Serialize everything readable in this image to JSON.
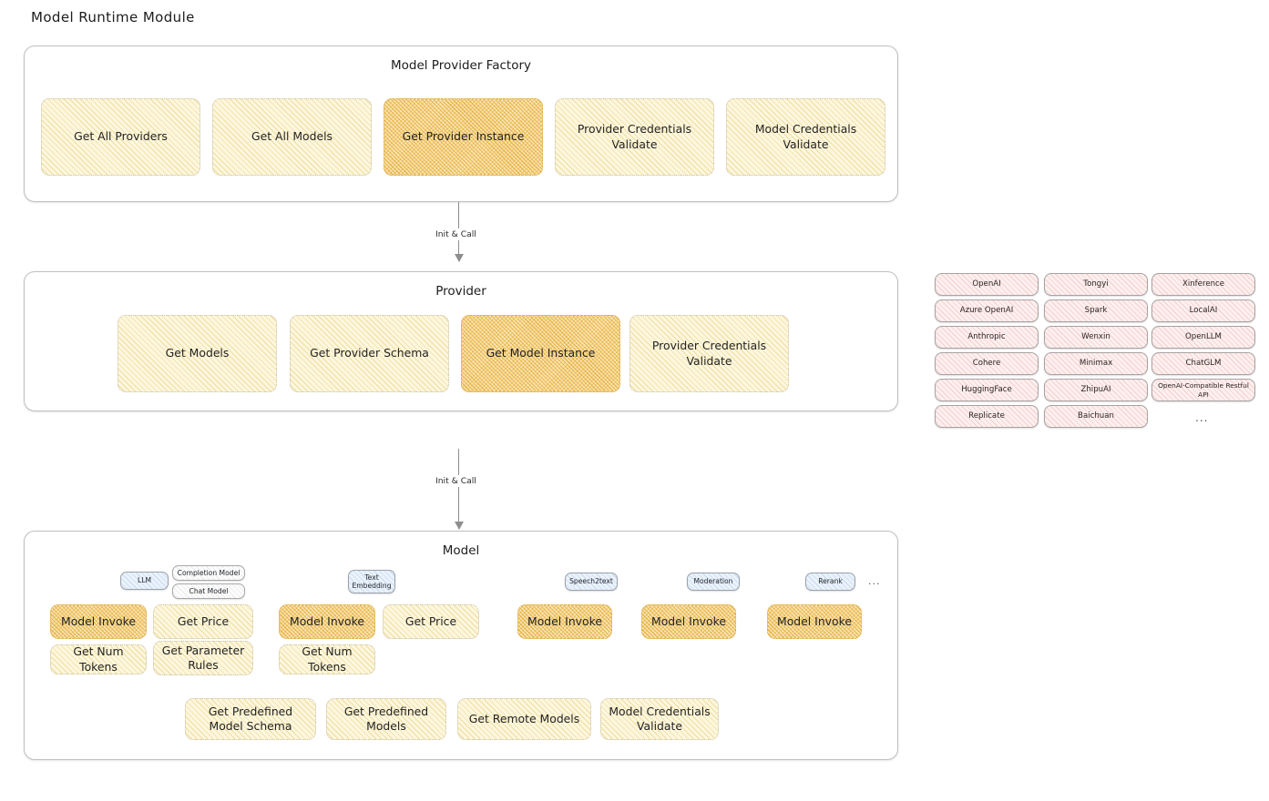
{
  "page": {
    "title": "Model Runtime Module"
  },
  "factory": {
    "title": "Model Provider Factory",
    "boxes": [
      {
        "label": "Get All Providers",
        "style": "light"
      },
      {
        "label": "Get All Models",
        "style": "light"
      },
      {
        "label": "Get Provider Instance",
        "style": "amber"
      },
      {
        "label": "Provider Credentials Validate",
        "style": "light"
      },
      {
        "label": "Model Credentials Validate",
        "style": "light"
      }
    ]
  },
  "connector_1": {
    "label": "Init & Call"
  },
  "provider": {
    "title": "Provider",
    "boxes": [
      {
        "label": "Get Models",
        "style": "light"
      },
      {
        "label": "Get Provider Schema",
        "style": "light"
      },
      {
        "label": "Get Model Instance",
        "style": "amber"
      },
      {
        "label": "Provider Credentials Validate",
        "style": "light"
      }
    ]
  },
  "provider_list": {
    "columns": [
      [
        "OpenAI",
        "Azure OpenAI",
        "Anthropic",
        "Cohere",
        "HuggingFace",
        "Replicate"
      ],
      [
        "Tongyi",
        "Spark",
        "Wenxin",
        "Minimax",
        "ZhipuAI",
        "Baichuan"
      ],
      [
        "Xinference",
        "LocalAI",
        "OpenLLM",
        "ChatGLM",
        "OpenAI-Compatible Restful API"
      ]
    ],
    "more": "..."
  },
  "connector_2": {
    "label": "Init & Call"
  },
  "model": {
    "title": "Model",
    "more": "...",
    "types": [
      {
        "name": "LLM",
        "style": "blue"
      },
      {
        "name": "Completion Model",
        "style": "plain"
      },
      {
        "name": "Chat Model",
        "style": "plain"
      },
      {
        "name": "Text Embedding",
        "style": "blue"
      },
      {
        "name": "Speech2text",
        "style": "blue"
      },
      {
        "name": "Moderation",
        "style": "blue"
      },
      {
        "name": "Rerank",
        "style": "blue"
      }
    ],
    "groups": [
      {
        "type": "LLM",
        "boxes": [
          {
            "label": "Model Invoke",
            "style": "amber"
          },
          {
            "label": "Get Price",
            "style": "light"
          },
          {
            "label": "Get Num Tokens",
            "style": "light"
          },
          {
            "label": "Get Parameter Rules",
            "style": "light"
          }
        ]
      },
      {
        "type": "Text Embedding",
        "boxes": [
          {
            "label": "Model Invoke",
            "style": "amber"
          },
          {
            "label": "Get Price",
            "style": "light"
          },
          {
            "label": "Get Num Tokens",
            "style": "light"
          }
        ]
      },
      {
        "type": "Speech2text",
        "boxes": [
          {
            "label": "Model Invoke",
            "style": "amber"
          }
        ]
      },
      {
        "type": "Moderation",
        "boxes": [
          {
            "label": "Model Invoke",
            "style": "amber"
          }
        ]
      },
      {
        "type": "Rerank",
        "boxes": [
          {
            "label": "Model Invoke",
            "style": "amber"
          }
        ]
      }
    ],
    "common_boxes": [
      {
        "label": "Get Predefined Model Schema",
        "style": "light"
      },
      {
        "label": "Get Predefined Models",
        "style": "light"
      },
      {
        "label": "Get Remote Models",
        "style": "light"
      },
      {
        "label": "Model Credentials Validate",
        "style": "light"
      }
    ]
  },
  "colors": {
    "amber_fill": "#fae6b4",
    "light_fill": "#fdf7de",
    "pink_fill": "#fdf0ef",
    "blue_fill": "#eaf2fb",
    "card_border": "#bfbfbf"
  }
}
